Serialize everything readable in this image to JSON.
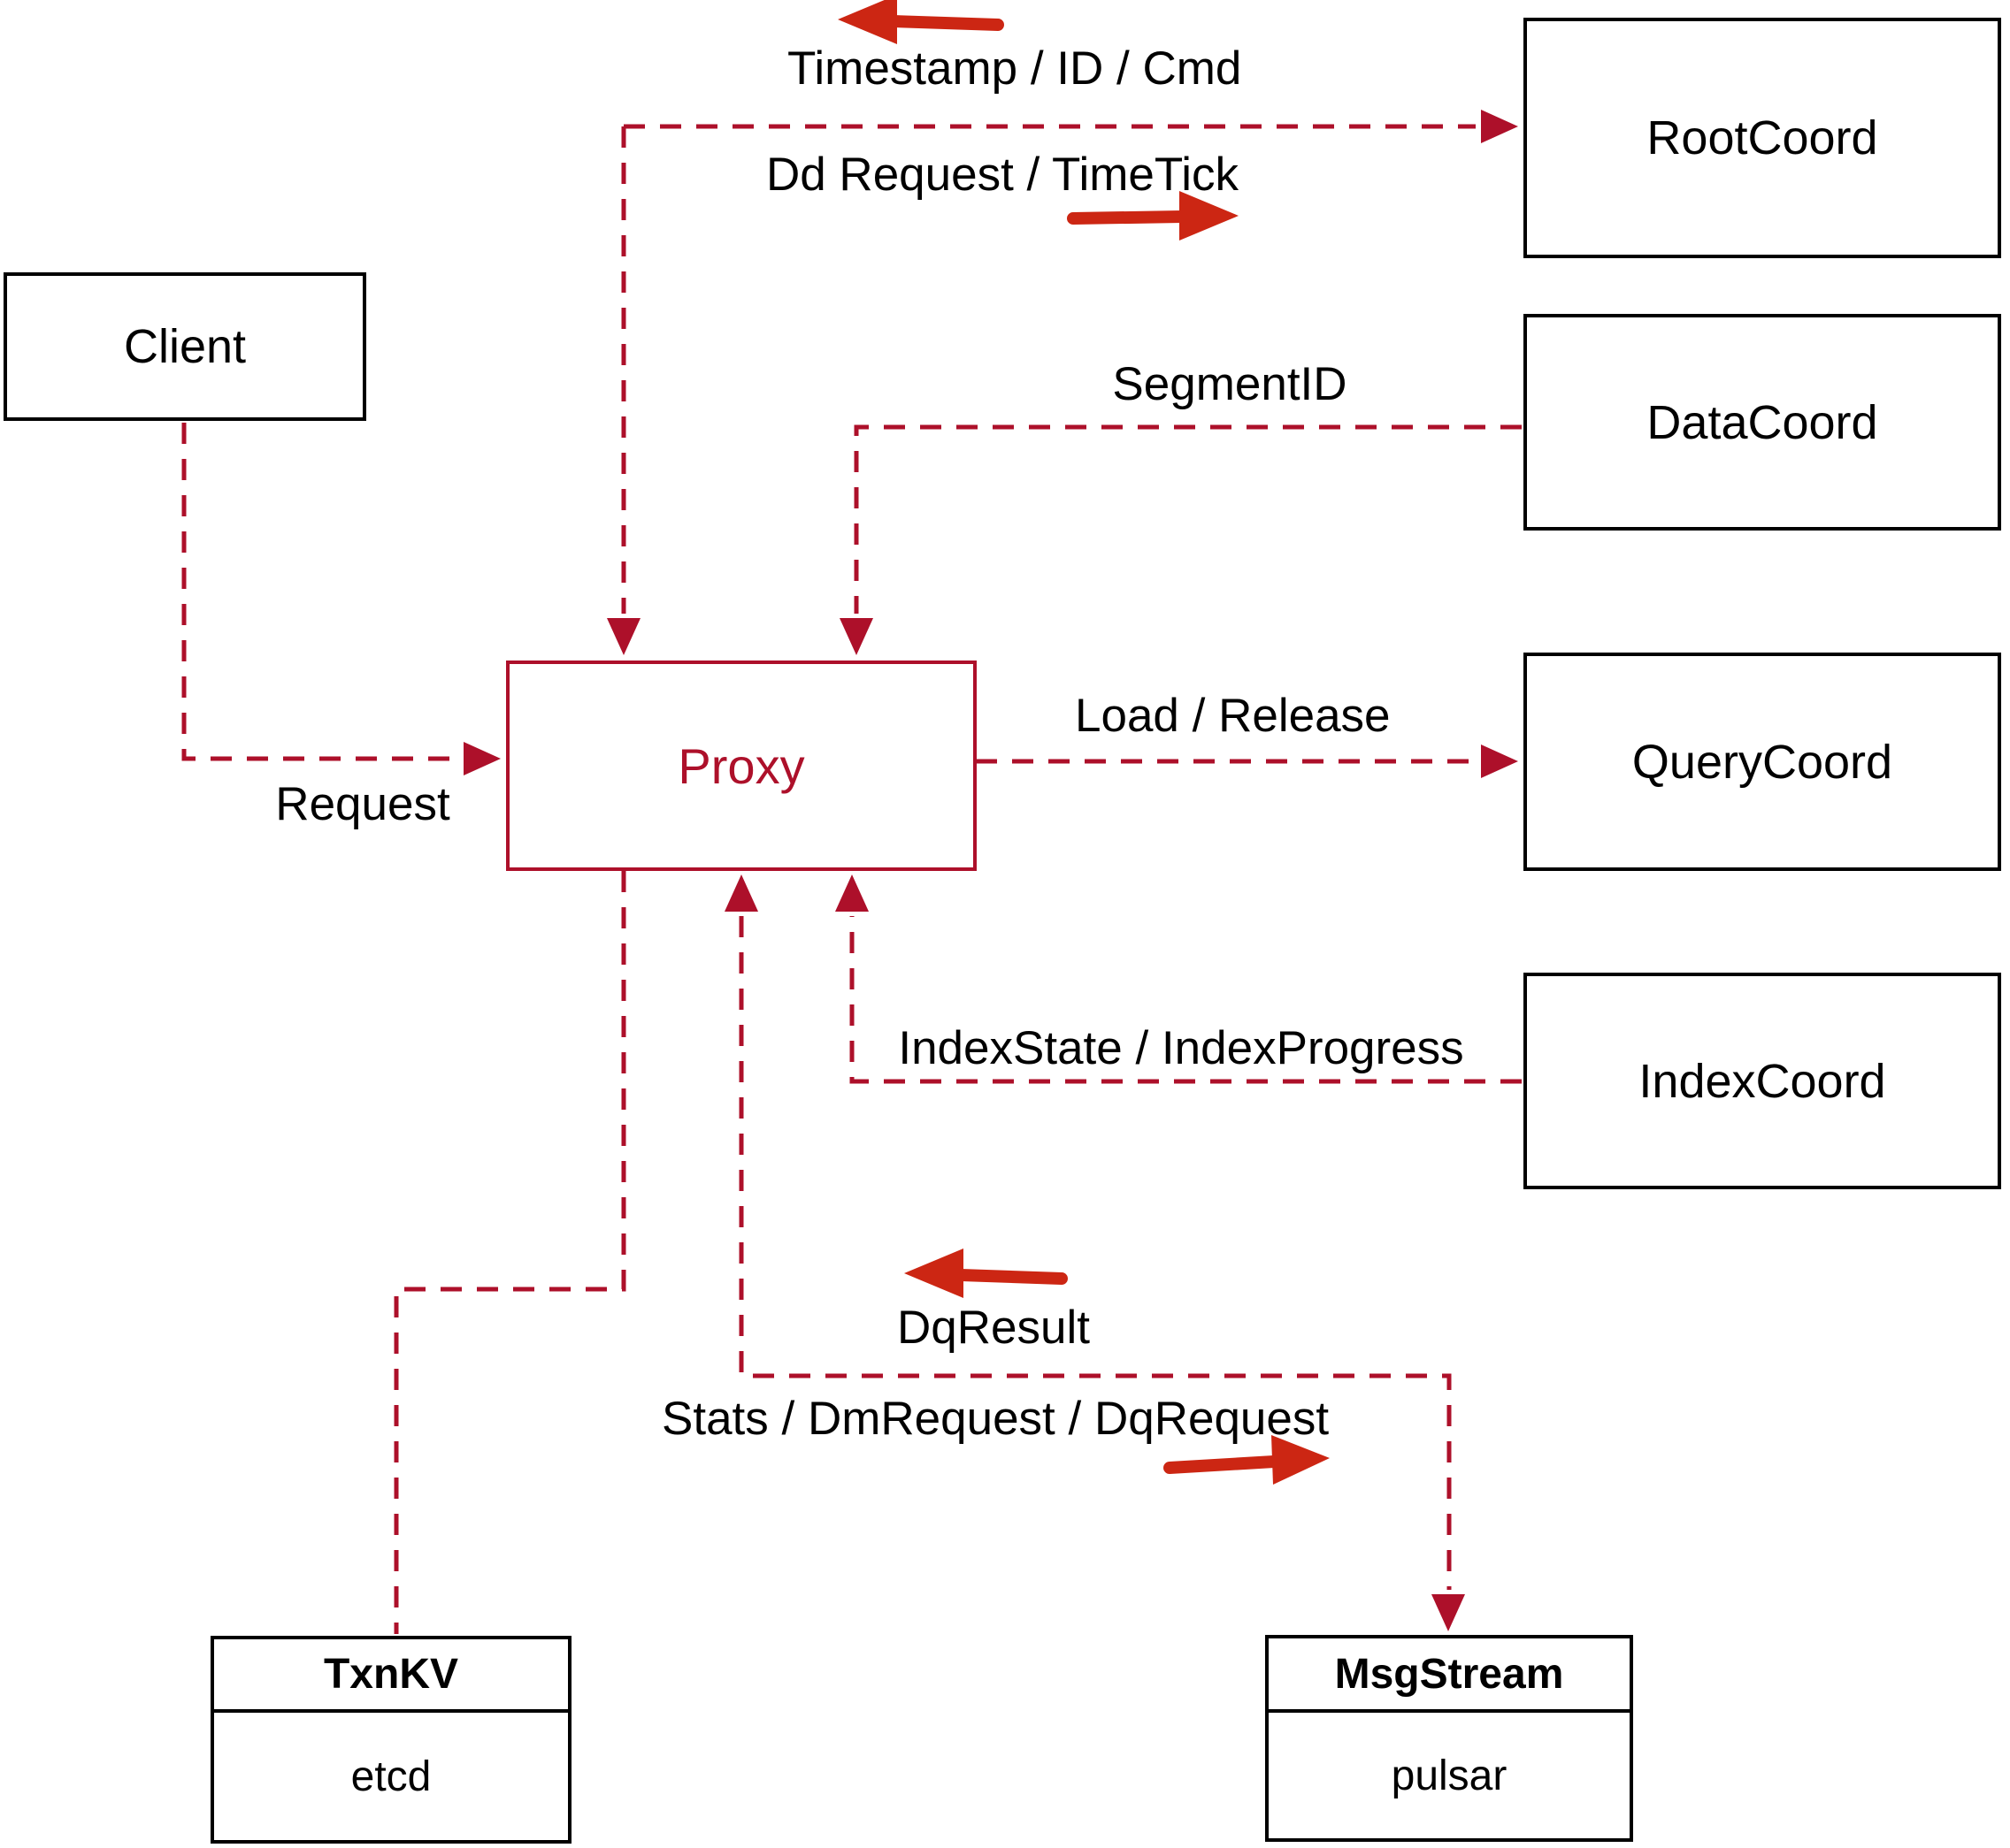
{
  "diagram": {
    "title": "Proxy interaction diagram",
    "colors": {
      "dashed_line": "#ad102a",
      "direction_arrow": "#cc2613",
      "node_border": "#000000",
      "proxy_accent": "#ad102a",
      "background": "#ffffff"
    },
    "nodes": {
      "client": {
        "label": "Client"
      },
      "proxy": {
        "label": "Proxy"
      },
      "root_coord": {
        "label": "RootCoord"
      },
      "data_coord": {
        "label": "DataCoord"
      },
      "query_coord": {
        "label": "QueryCoord"
      },
      "index_coord": {
        "label": "IndexCoord"
      },
      "txn_kv": {
        "title": "TxnKV",
        "value": "etcd"
      },
      "msg_stream": {
        "title": "MsgStream",
        "value": "pulsar"
      }
    },
    "edges": {
      "client_to_proxy": {
        "label": "Request"
      },
      "proxy_root": {
        "label_return": "Timestamp / ID / Cmd",
        "label_send": "Dd Request / TimeTick"
      },
      "proxy_data": {
        "label": "SegmentID"
      },
      "proxy_query": {
        "label": "Load / Release"
      },
      "proxy_index": {
        "label": "IndexState / IndexProgress"
      },
      "proxy_msgstream": {
        "label_return": "DqResult",
        "label_send": "Stats / DmRequest / DqRequest"
      }
    }
  }
}
